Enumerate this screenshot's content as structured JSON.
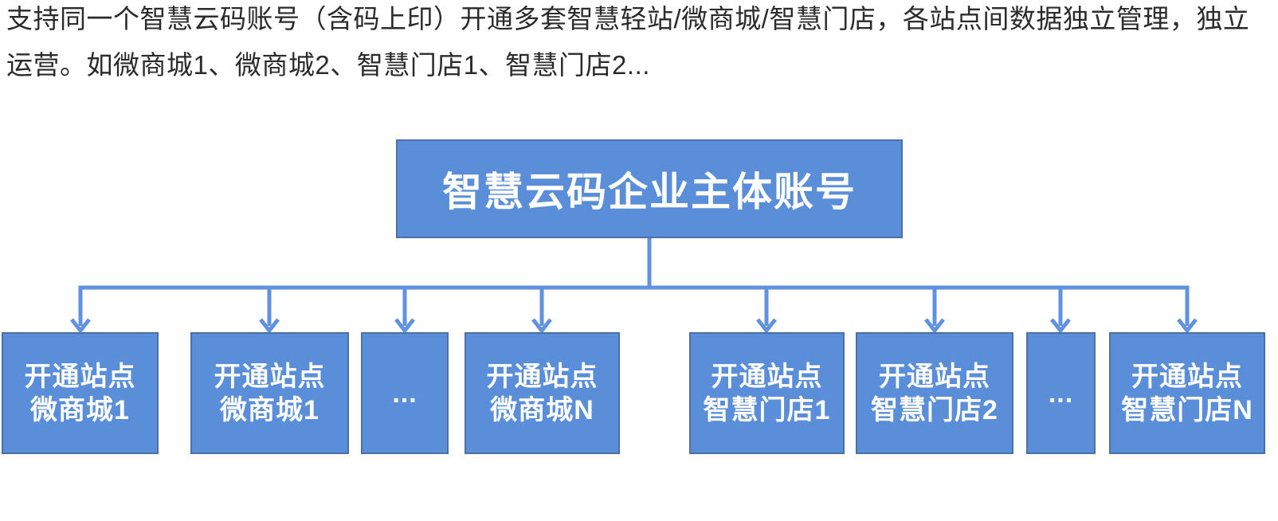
{
  "colors": {
    "box_fill": "#5a8ed9",
    "box_border": "#4a70a8",
    "connector": "#6191e1",
    "body_text": "#2b2b2b",
    "box_text": "#ffffff"
  },
  "intro": {
    "lines": [
      "支持同一个智慧云码账号（含码上印）开通多套智慧轻站/微商城/智慧门店，各站点间数据独立管理，独立",
      "运营。如微商城1、微商城2、智慧门店1、智慧门店2..."
    ]
  },
  "diagram": {
    "root": {
      "label": "智慧云码企业主体账号"
    },
    "children": [
      {
        "line1": "开通站点",
        "line2": "微商城1"
      },
      {
        "line1": "开通站点",
        "line2": "微商城1"
      },
      {
        "line1": "..."
      },
      {
        "line1": "开通站点",
        "line2": "微商城N"
      },
      {
        "line1": "开通站点",
        "line2": "智慧门店1"
      },
      {
        "line1": "开通站点",
        "line2": "智慧门店2"
      },
      {
        "line1": "..."
      },
      {
        "line1": "开通站点",
        "line2": "智慧门店N"
      }
    ]
  }
}
